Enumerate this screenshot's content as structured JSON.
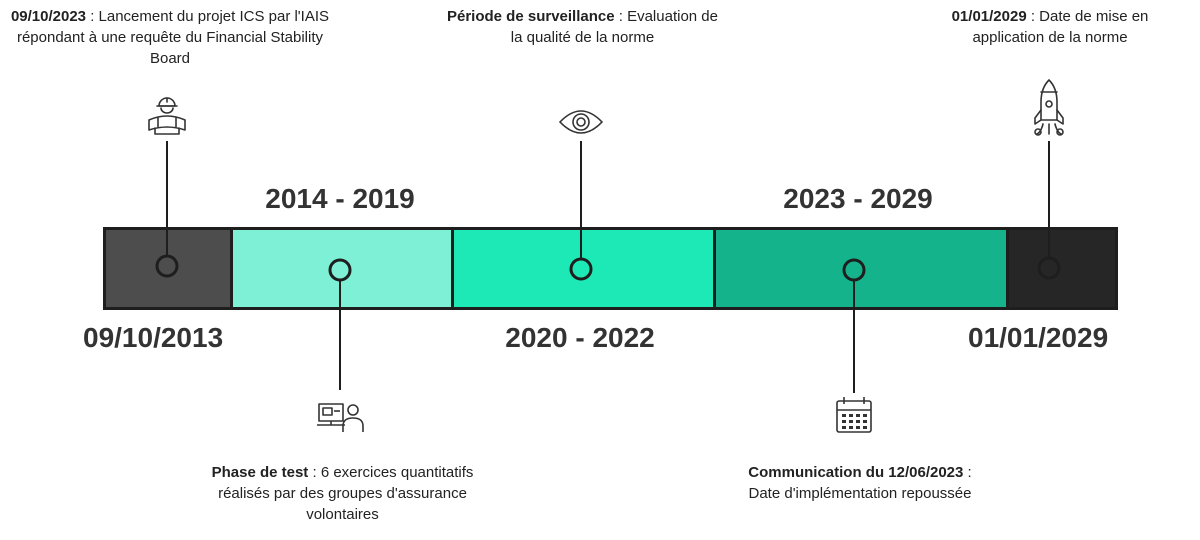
{
  "colors": {
    "seg1": "#4d4d4d",
    "seg2": "#7df0d6",
    "seg3": "#1de9b6",
    "seg4": "#14b38c",
    "seg5": "#262626",
    "line": "#1e1e1e"
  },
  "periods": {
    "p1": "2014 - 2019",
    "p2": "2020 - 2022",
    "p3": "2023 - 2029"
  },
  "dates": {
    "start": "09/10/2013",
    "end": "01/01/2029"
  },
  "events": {
    "launch": {
      "bold": "09/10/2023",
      "rest": " : Lancement du projet ICS par l'IAIS répondant à une requête du Financial Stability Board",
      "icon": "engineer-blueprint-icon"
    },
    "monitoring": {
      "bold": "Période de surveillance",
      "rest": " : Evaluation de la qualité de la norme",
      "icon": "eye-icon"
    },
    "application": {
      "bold": "01/01/2029",
      "rest": " : Date de mise en application de la norme",
      "icon": "rocket-icon"
    },
    "test": {
      "bold": "Phase de test",
      "rest": " : 6 exercices quantitatifs réalisés par des groupes d'assurance volontaires",
      "icon": "presenter-screen-icon"
    },
    "communication": {
      "bold": "Communication du 12/06/2023",
      "rest": " : Date d'implémentation repoussée",
      "icon": "calendar-icon"
    }
  }
}
